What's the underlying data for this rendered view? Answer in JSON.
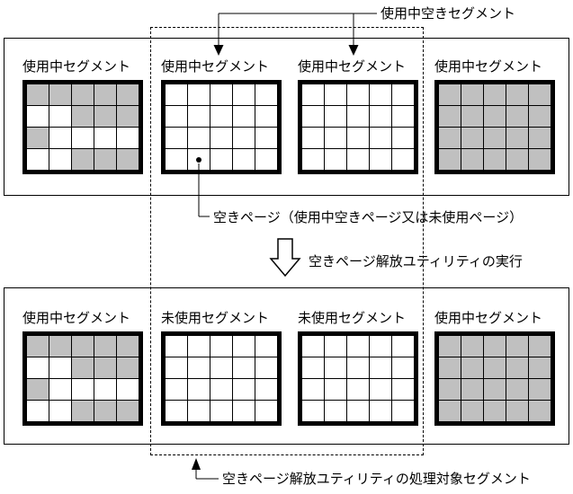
{
  "colors": {
    "background": "#ffffff",
    "used_page": "#c0c0c0",
    "free_page": "#ffffff",
    "line": "#000000"
  },
  "callouts": {
    "used_free_segment": "使用中空きセグメント",
    "free_page": "空きページ（使用中空きページ又は未使用ページ）",
    "utility_exec": "空きページ解放ユティリティの実行",
    "utility_target": "空きページ解放ユティリティの処理対象セグメント"
  },
  "before": {
    "segments": [
      {
        "label": "使用中セグメント",
        "pattern": [
          [
            1,
            1,
            1,
            1,
            1
          ],
          [
            0,
            0,
            1,
            1,
            1
          ],
          [
            1,
            0,
            0,
            0,
            0
          ],
          [
            0,
            0,
            1,
            1,
            1
          ]
        ]
      },
      {
        "label": "使用中セグメント",
        "pattern": [
          [
            0,
            0,
            0,
            0,
            0
          ],
          [
            0,
            0,
            0,
            0,
            0
          ],
          [
            0,
            0,
            0,
            0,
            0
          ],
          [
            0,
            0,
            0,
            0,
            0
          ]
        ],
        "dot": {
          "row": 3,
          "col": 1
        }
      },
      {
        "label": "使用中セグメント",
        "pattern": [
          [
            0,
            0,
            0,
            0,
            0
          ],
          [
            0,
            0,
            0,
            0,
            0
          ],
          [
            0,
            0,
            0,
            0,
            0
          ],
          [
            0,
            0,
            0,
            0,
            0
          ]
        ]
      },
      {
        "label": "使用中セグメント",
        "pattern": [
          [
            1,
            1,
            1,
            1,
            1
          ],
          [
            1,
            1,
            1,
            1,
            1
          ],
          [
            1,
            1,
            1,
            1,
            1
          ],
          [
            1,
            1,
            1,
            1,
            1
          ]
        ]
      }
    ]
  },
  "after": {
    "segments": [
      {
        "label": "使用中セグメント",
        "pattern": [
          [
            1,
            1,
            1,
            1,
            1
          ],
          [
            0,
            0,
            1,
            1,
            1
          ],
          [
            1,
            0,
            0,
            0,
            0
          ],
          [
            0,
            0,
            1,
            1,
            1
          ]
        ]
      },
      {
        "label": "未使用セグメント",
        "pattern": [
          [
            0,
            0,
            0,
            0,
            0
          ],
          [
            0,
            0,
            0,
            0,
            0
          ],
          [
            0,
            0,
            0,
            0,
            0
          ],
          [
            0,
            0,
            0,
            0,
            0
          ]
        ]
      },
      {
        "label": "未使用セグメント",
        "pattern": [
          [
            0,
            0,
            0,
            0,
            0
          ],
          [
            0,
            0,
            0,
            0,
            0
          ],
          [
            0,
            0,
            0,
            0,
            0
          ],
          [
            0,
            0,
            0,
            0,
            0
          ]
        ]
      },
      {
        "label": "使用中セグメント",
        "pattern": [
          [
            1,
            1,
            1,
            1,
            1
          ],
          [
            1,
            1,
            1,
            1,
            1
          ],
          [
            1,
            1,
            1,
            1,
            1
          ],
          [
            1,
            1,
            1,
            1,
            1
          ]
        ]
      }
    ]
  }
}
